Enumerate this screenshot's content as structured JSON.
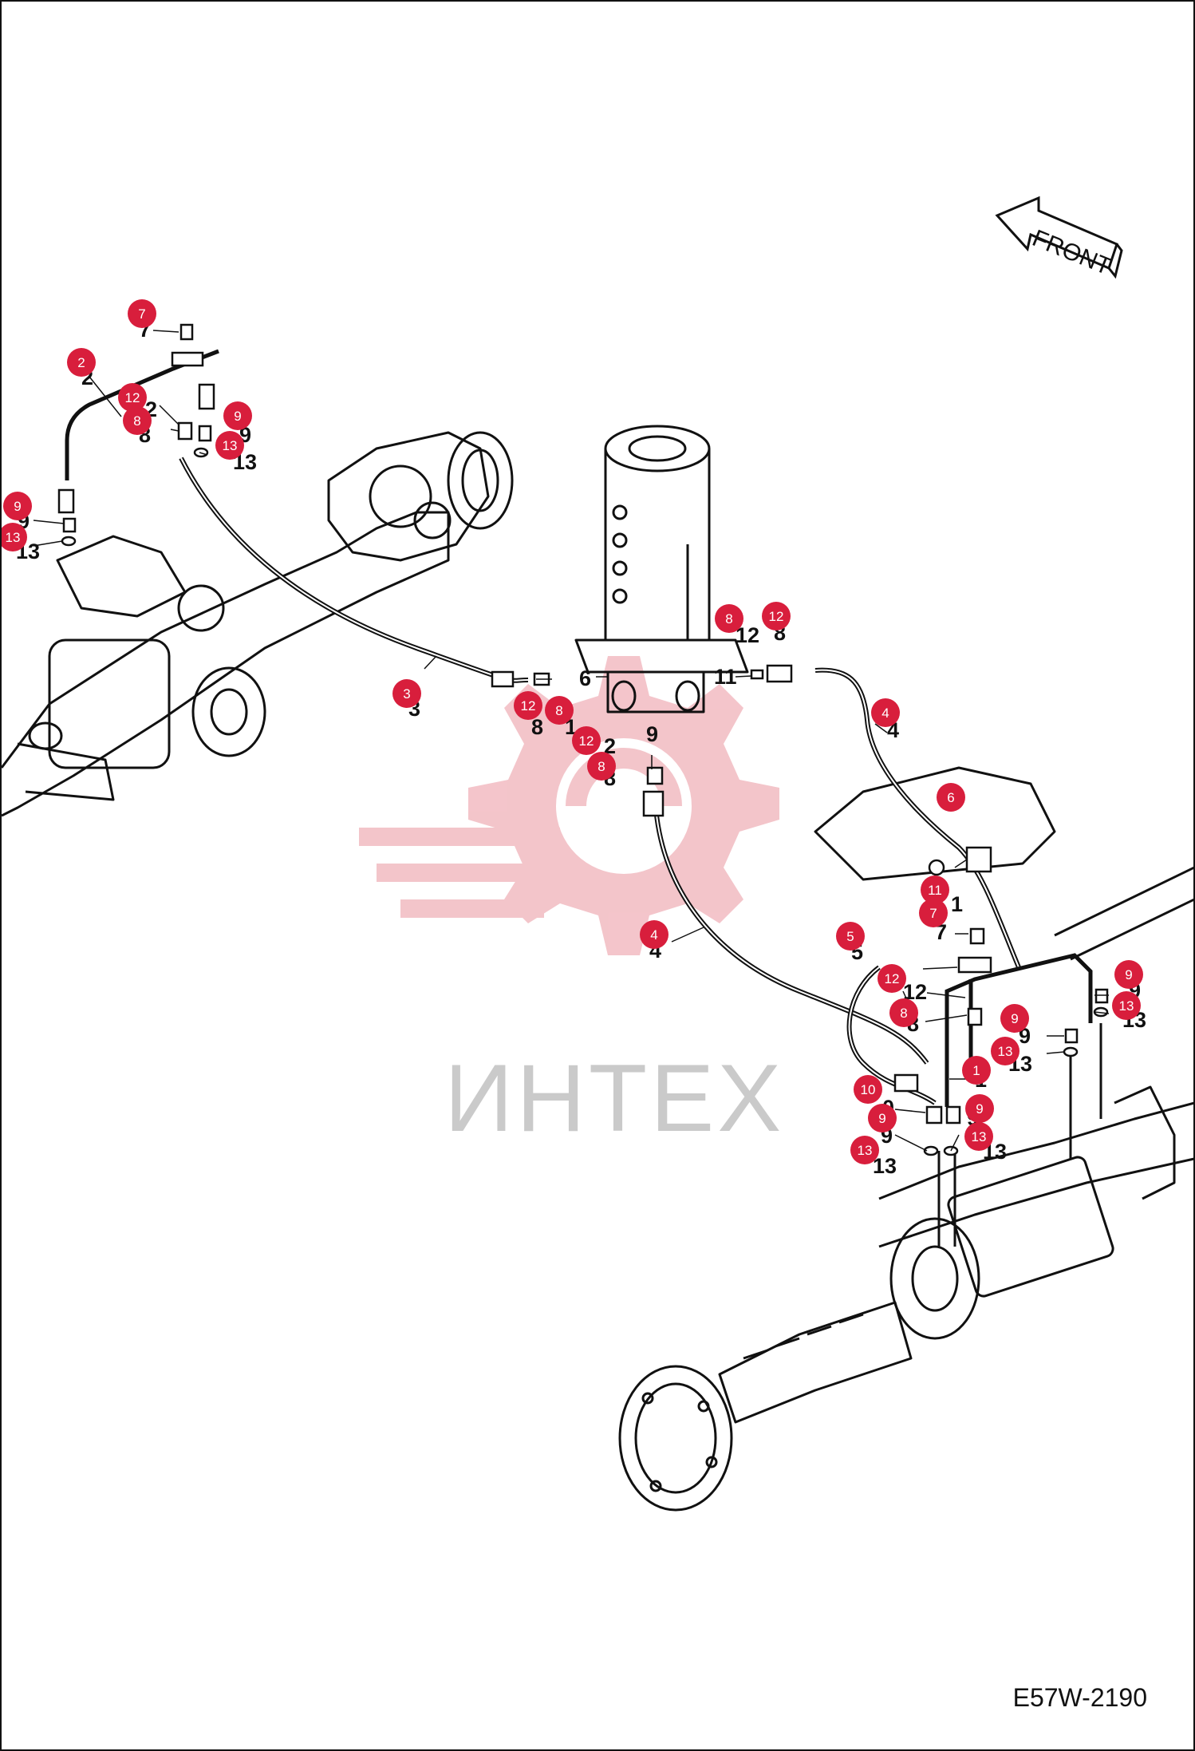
{
  "drawing_code": "E57W-2190",
  "front_label": "FRONT",
  "watermark_text": "ИНТЕХ",
  "colors": {
    "callout": "#d81e3c",
    "watermark": "#f3c2c8",
    "line": "#111111"
  },
  "callouts": [
    "7",
    "2",
    "12",
    "8",
    "9",
    "13",
    "9",
    "13",
    "3",
    "12",
    "8",
    "8",
    "12",
    "12",
    "8",
    "4",
    "6",
    "11",
    "7",
    "4",
    "5",
    "12",
    "8",
    "9",
    "9",
    "13",
    "13",
    "1",
    "10",
    "9",
    "9",
    "13",
    "13"
  ],
  "part_labels": [
    "7",
    "2",
    "2",
    "8",
    "9",
    "13",
    "9",
    "13",
    "3",
    "6",
    "11",
    "12",
    "8",
    "8",
    "1",
    "2",
    "8",
    "9",
    "4",
    "1",
    "7",
    "4",
    "5",
    "12",
    "8",
    "9",
    "9",
    "13",
    "13",
    "1",
    "0",
    "9",
    "9",
    "13",
    "13"
  ]
}
